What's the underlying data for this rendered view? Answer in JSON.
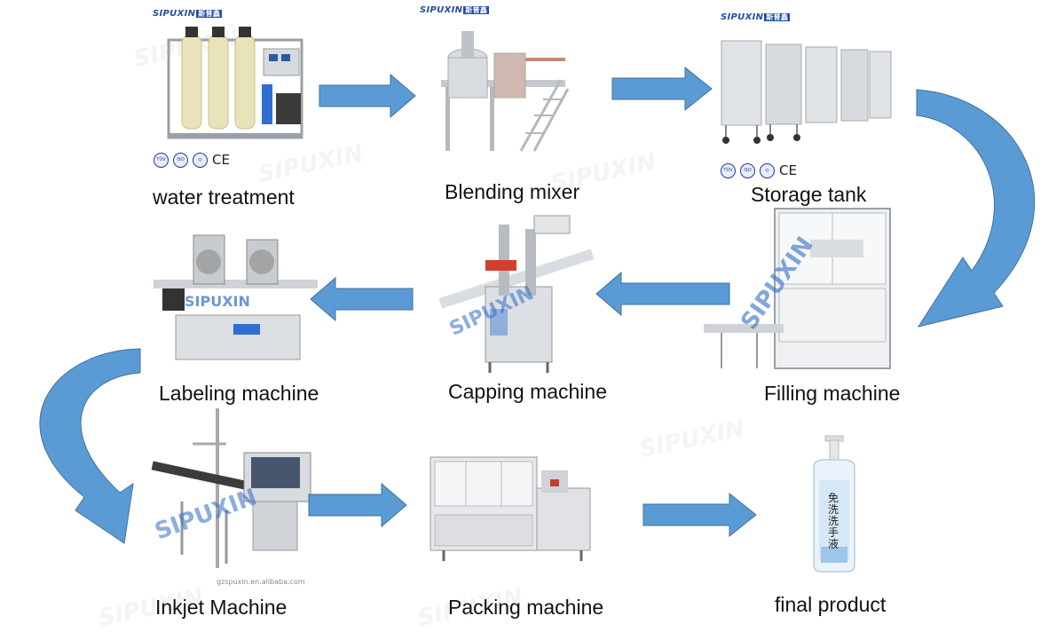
{
  "brand": {
    "name": "SIPUXIN",
    "chinese": "斯普鑫"
  },
  "stages": {
    "water": "water treatment",
    "mixer": "Blending mixer",
    "storage": "Storage tank",
    "filling": "Filling machine",
    "capping": "Capping machine",
    "labeling": "Labeling  machine",
    "inkjet": "Inkjet Machine",
    "packing": "Packing machine",
    "final": "final product"
  },
  "certs": {
    "ce": "CE",
    "tuv": "TÜV",
    "iso": "ISO"
  },
  "bottle_text": "免洗洗手液",
  "site_text": "gzspuxin.en.alibaba.com",
  "colors": {
    "arrow": "#5b9bd5",
    "arrow_dark": "#3a6ea5",
    "metal": "#c9ccd1"
  }
}
